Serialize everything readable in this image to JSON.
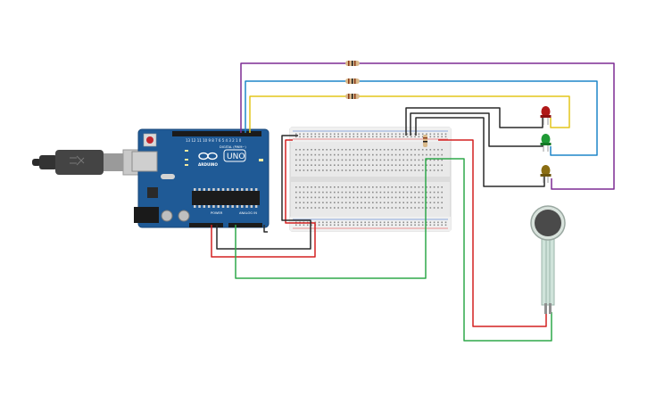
{
  "arduino": {
    "brand": "ARDUINO",
    "model": "UNO",
    "digital_label": "DIGITAL (PWM~)",
    "power_label": "POWER",
    "analog_label": "ANALOG IN"
  },
  "colors": {
    "wire_red": "#d42020",
    "wire_black": "#2a2a2a",
    "wire_green": "#2fa84a",
    "wire_purple": "#7d2c94",
    "wire_blue": "#1f86c8",
    "wire_yellow": "#e3c51c",
    "board_blue": "#1f5a96",
    "led_red": "#b01818",
    "led_green": "#1f9a35",
    "led_amber": "#8a6d12"
  },
  "icons": [
    "usb-cable-icon",
    "resistor-icon",
    "led-icon",
    "force-sensor-icon",
    "breadboard-icon"
  ]
}
